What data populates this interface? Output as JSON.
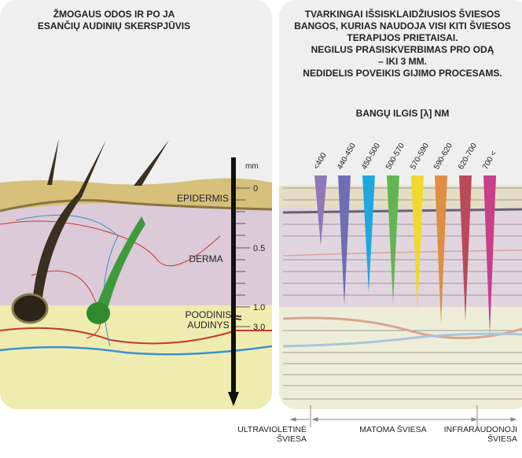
{
  "left_panel": {
    "title_line1": "ŽMOGAUS ODOS IR PO JA",
    "title_line2": "ESANČIŲ AUDINIŲ SKERSPJŪVIS",
    "layers": {
      "epidermis": "EPIDERMIS",
      "derma": "DERMA",
      "subcutis_line1": "POODINIS",
      "subcutis_line2": "AUDINYS"
    },
    "ruler": {
      "unit": "mm",
      "ticks": [
        "0",
        "0.5",
        "1.0",
        "3.0"
      ],
      "break_symbol": "≈"
    }
  },
  "right_panel": {
    "title_lines": [
      "TVARKINGAI IŠSISKLAIDŽIUSIOS ŠVIESOS",
      "BANGOS, KURIAS NAUDOJA VISI KITI ŠVIESOS",
      "TERAPIJOS PRIETAISAI.",
      "NEGILUS PRASISKVERBIMAS PRO ODĄ",
      "– IKI 3 MM.",
      "NEDIDELIS POVEIKIS GIJIMO PROCESAMS."
    ],
    "wavelength_heading": "BANGŲ ILGIS [λ] NM",
    "wavelengths": [
      {
        "label": "<400",
        "color": "#9079b8"
      },
      {
        "label": "440-450",
        "color": "#6f6db3"
      },
      {
        "label": "450-500",
        "color": "#1fa8e0"
      },
      {
        "label": "500-570",
        "color": "#62b651"
      },
      {
        "label": "570-590",
        "color": "#f0d92c"
      },
      {
        "label": "590-620",
        "color": "#de8f43"
      },
      {
        "label": "620-700",
        "color": "#b94a5a"
      },
      {
        "label": "700 <",
        "color": "#c83f8a"
      }
    ],
    "spectrum": {
      "uv_line1": "ULTRAVIOLETINĖ",
      "uv_line2": "ŠVIESA",
      "visible": "MATOMA ŠVIESA",
      "ir_line1": "INFRARAUDONOJI",
      "ir_line2": "ŠVIESA"
    }
  }
}
